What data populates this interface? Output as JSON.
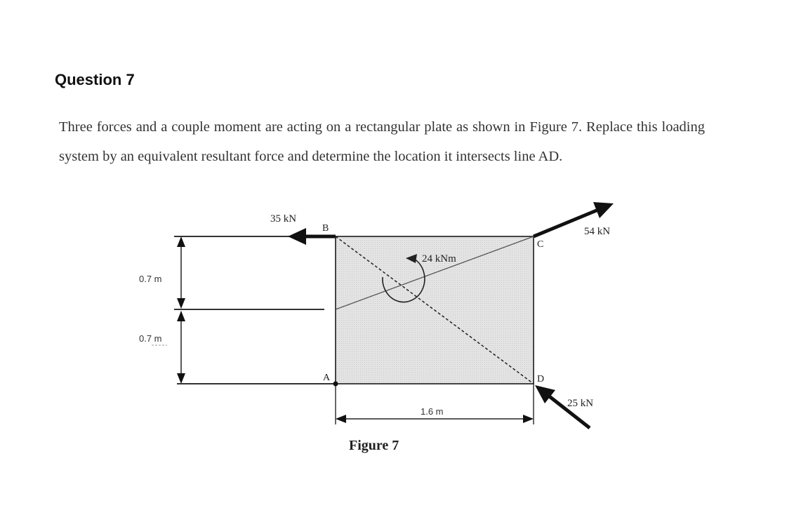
{
  "question": {
    "title": "Question 7",
    "text": "Three forces and a couple moment are acting on a rectangular plate as shown in Figure 7. Replace this loading system by an equivalent resultant force and determine the location it intersects line AD."
  },
  "figure": {
    "caption": "Figure 7",
    "points": {
      "A": "A",
      "B": "B",
      "C": "C",
      "D": "D"
    },
    "forces": {
      "f_b": "35 kN",
      "f_c": "54 kN",
      "f_d": "25 kN"
    },
    "moment": "24 kNm",
    "dims": {
      "upper": "0.7 m",
      "lower": "0.7 m",
      "width": "1.6 m"
    }
  }
}
